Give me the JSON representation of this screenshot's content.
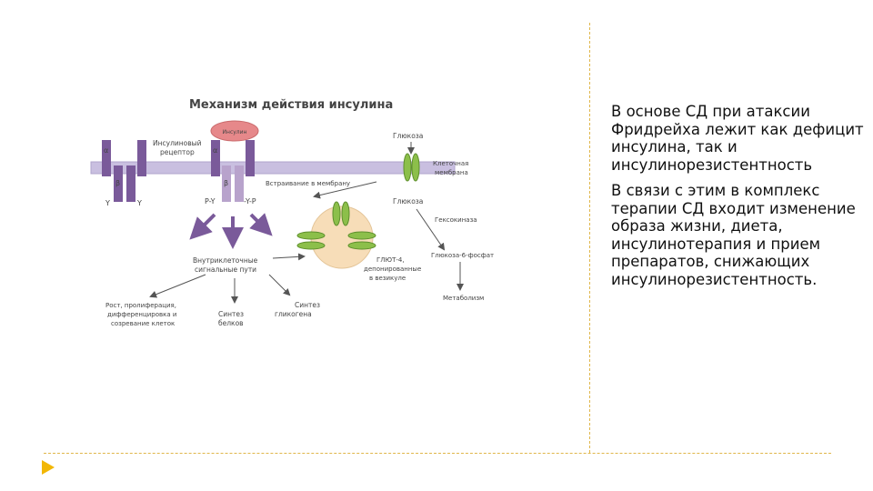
{
  "diagram": {
    "title": "Механизм действия инсулина",
    "insulin_label": "Инсулин",
    "receptor_label": [
      "Инсулиновый",
      "рецептор"
    ],
    "alpha": "α",
    "beta": "β",
    "y_left": "Y",
    "y_right": "Y",
    "p_left": "P-Y",
    "p_right": "-Y-P",
    "glucose_top": "Глюкоза",
    "membrane_label": [
      "Клеточная",
      "мембрана"
    ],
    "embedding_label": "Встраивание в мембрану",
    "glucose_inside": "Глюкоза",
    "hexokinase": "Гексокиназа",
    "g6p": "Глюкоза-6-фосфат",
    "metabolism": "Метаболизм",
    "intracellular": [
      "Внутриклеточные",
      "сигнальные пути"
    ],
    "glut4": [
      "ГЛЮТ-4,",
      "депонированные",
      "в везикуле"
    ],
    "growth": [
      "Рост, пролиферация,",
      "дифференцировка и",
      "созревание клеток"
    ],
    "protein": [
      "Синтез",
      "белков"
    ],
    "glycogen": [
      "Синтез",
      "гликогена"
    ]
  },
  "text": {
    "paragraph_1": "В основе СД при атаксии Фридрейха лежит как дефицит инсулина, так и инсулинорезистентность",
    "paragraph_2": "В связи с этим в комплекс терапии СД входит изменение образа жизни, диета, инсулинотерапия и прием препаратов, снижающих инсулинорезистентность."
  },
  "colors": {
    "receptor": "#7a5a9a",
    "receptor_light": "#b8a3cc",
    "membrane": "#c9bfe0",
    "insulin": "#e6888a",
    "glut": "#8cbf4a",
    "vesicle": "#f7ddb8",
    "phospho": "#c0392b",
    "divider": "#e0b64a",
    "bullet": "#f2b705"
  }
}
